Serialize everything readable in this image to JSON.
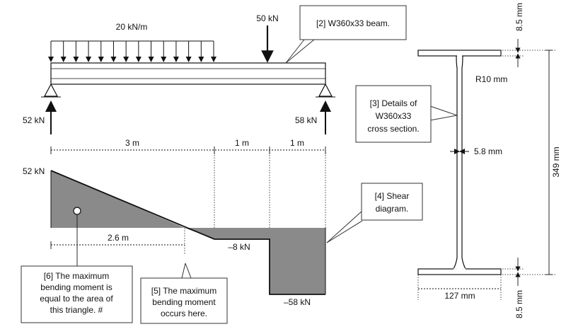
{
  "loads": {
    "distributed": "20 kN/m",
    "point": "50 kN",
    "reaction_left": "52 kN",
    "reaction_right": "58 kN"
  },
  "spans": {
    "s1": "3 m",
    "s2": "1 m",
    "s3": "1 m"
  },
  "shear": {
    "v_start": "52 kN",
    "v_mid": "–8 kN",
    "v_end": "–58 kN",
    "zero_dist": "2.6 m"
  },
  "section": {
    "flange_top_t": "8.5 mm",
    "flange_bot_t": "8.5 mm",
    "radius": "R10 mm",
    "web_t": "5.8 mm",
    "depth": "349 mm",
    "width": "127 mm"
  },
  "callouts": {
    "c2": [
      "[2] W360x33 beam."
    ],
    "c3": [
      "[3] Details of",
      "W360x33",
      "cross section."
    ],
    "c4": [
      "[4] Shear",
      "diagram."
    ],
    "c5": [
      "[5] The maximum",
      "bending moment",
      "occurs here."
    ],
    "c6": [
      "[6] The maximum",
      "bending moment is",
      "equal to the area of",
      "this triangle. #"
    ]
  }
}
